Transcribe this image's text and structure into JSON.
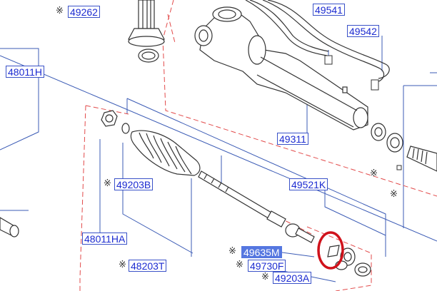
{
  "callouts": {
    "p49262": "49262",
    "p49541": "49541",
    "p49542": "49542",
    "p48011h": "48011H",
    "p49311": "49311",
    "p49203b": "49203B",
    "p49521k": "49521K",
    "p48011ha": "48011HA",
    "p49635m": "49635M",
    "p49730f": "49730F",
    "p48203t": "48203T",
    "p49203a": "49203A"
  },
  "marks": {
    "asterisk": "※"
  },
  "selected_part": "49635M",
  "colors": {
    "label": "#1c2bd1",
    "line": "#3b5bb5",
    "dash": "#e24a4a",
    "highlight": "#d0121b",
    "selected_bg": "#5577e0"
  }
}
